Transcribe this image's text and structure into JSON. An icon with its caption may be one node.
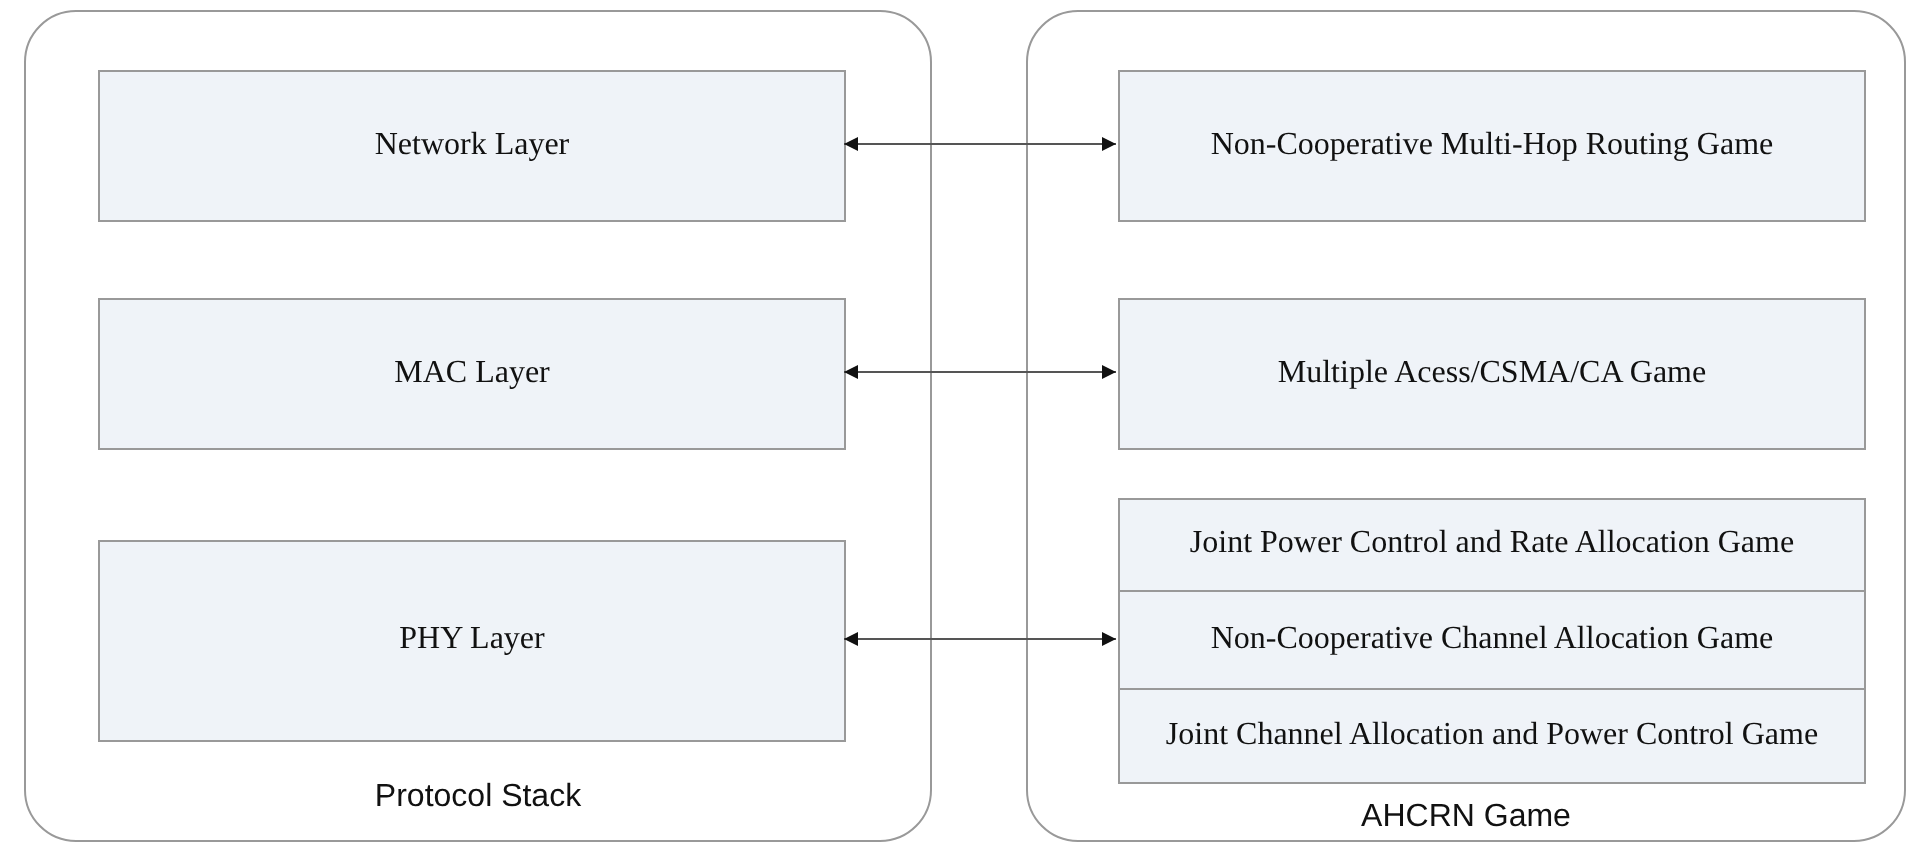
{
  "diagram": {
    "nodes": [
      {
        "text": [
          "Protocol Stack"
        ]
      },
      {
        "text": [
          "Network Layer"
        ],
        "in": 0
      },
      {
        "text": [
          "MAC Layer"
        ],
        "in": 0
      },
      {
        "text": [
          "PHY Layer"
        ],
        "in": 0
      },
      {
        "text": [
          "AHCRN Game"
        ]
      },
      {
        "text": [
          "Non-Cooperative Multi-Hop Routing Game"
        ],
        "in": 4
      },
      {
        "text": [
          "Multiple Acess/CSMA/CA Game"
        ],
        "in": 4
      },
      {
        "text": [
          "Joint Power Control and Rate Allocation Game"
        ],
        "in": 4
      },
      {
        "text": [
          "Non-Cooperative Channel Allocation Game"
        ],
        "in": 4
      },
      {
        "text": [
          "Joint Channel Allocation and Power Control Game"
        ],
        "in": 4
      }
    ],
    "edges": [
      {
        "from": 1,
        "to": 5,
        "arrow": "both"
      },
      {
        "from": 2,
        "to": 6,
        "arrow": "both"
      },
      {
        "from": 3,
        "to": 8,
        "arrow": "both"
      }
    ]
  }
}
